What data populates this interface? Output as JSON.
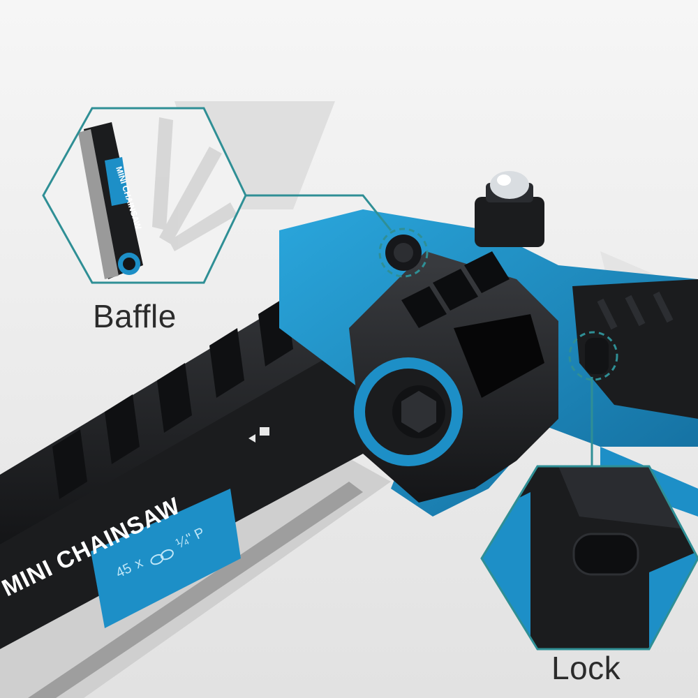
{
  "callouts": {
    "baffle": {
      "label": "Baffle"
    },
    "lock": {
      "label": "Lock"
    }
  },
  "bar_print": {
    "brand": "MINI CHAINSAW",
    "spec_left": "45",
    "spec_x": "x",
    "spec_pitch": "¼\" P"
  },
  "inset_print": {
    "brand": "MINI CHAINSAW"
  },
  "colors": {
    "accent_blue": "#1d8fc7",
    "callout_teal": "#2f8f95",
    "body_black": "#1b1c1e",
    "background": "#ececec"
  }
}
